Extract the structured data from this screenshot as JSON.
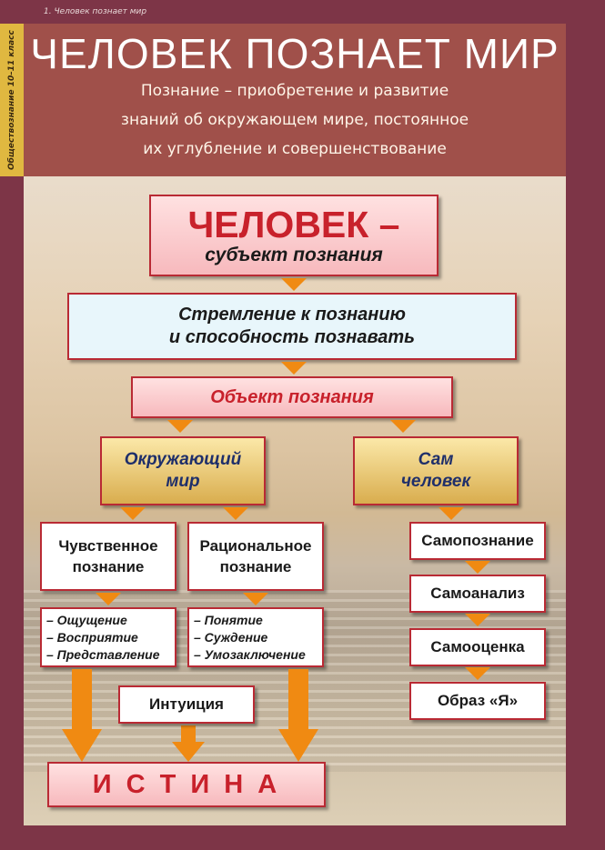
{
  "top_caption": "1. Человек познает мир",
  "side_label": "Обществознание 10–11 класс",
  "title": "ЧЕЛОВЕК ПОЗНАЕТ МИР",
  "subtitle_lines": [
    "Познание – приобретение и развитие",
    "знаний об окружающем мире, постоянное",
    "их углубление и совершенствование"
  ],
  "subject_box": {
    "title": "ЧЕЛОВЕК –",
    "subtitle": "субъект познания"
  },
  "striving_box": {
    "line1": "Стремление к познанию",
    "line2": "и способность познавать"
  },
  "object_box": {
    "label": "Объект познания"
  },
  "world_box": {
    "line1": "Окружающий",
    "line2": "мир"
  },
  "self_box": {
    "line1": "Сам",
    "line2": "человек"
  },
  "sensory_box": {
    "line1": "Чувственное",
    "line2": "познание"
  },
  "rational_box": {
    "line1": "Рациональное",
    "line2": "познание"
  },
  "sensory_list": [
    "– Ощущение",
    "– Восприятие",
    "– Представление"
  ],
  "rational_list": [
    "– Понятие",
    "– Суждение",
    "– Умозаключение"
  ],
  "intuition_box": {
    "label": "Интуиция"
  },
  "truth_box": {
    "label": "И С Т И Н А"
  },
  "self_chain": [
    "Самопознание",
    "Самоанализ",
    "Самооценка",
    "Образ «Я»"
  ],
  "colors": {
    "frame": "#7d3547",
    "header": "#a0504a",
    "accent_red": "#c8212b",
    "arrow_orange": "#f08a12",
    "accent_gold": "#e0b840"
  }
}
